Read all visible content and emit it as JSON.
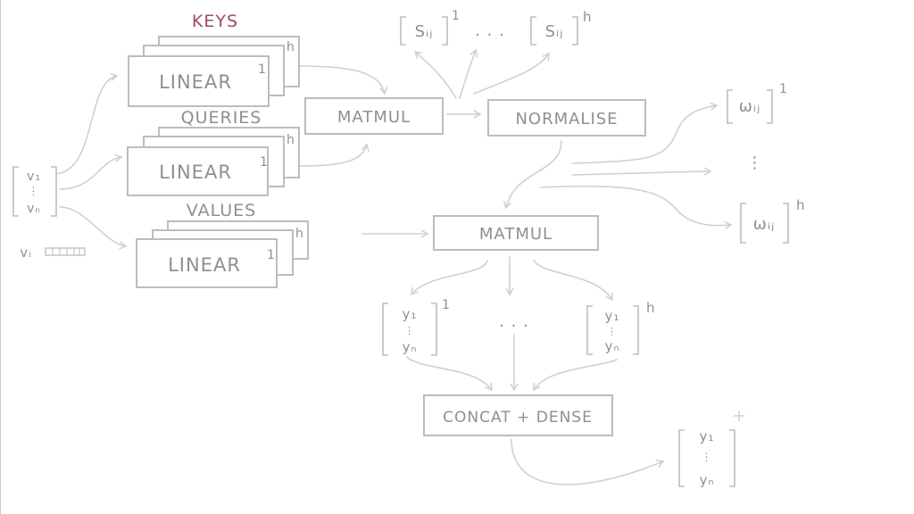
{
  "colors": {
    "ink": "#8f8f8f",
    "box": "#bdbdbd",
    "arrow": "#d0d0d0",
    "accent": "#9a4d62"
  },
  "labels": {
    "keys": "KEYS",
    "queries": "QUERIES",
    "values": "VALUES",
    "linear": "LINEAR",
    "linear_index": "1",
    "stack_top_index": "h",
    "matmul": "MATMUL",
    "normalise": "NORMALISE",
    "concat_dense": "CONCAT + DENSE"
  },
  "vectors": {
    "input_top": "v₁",
    "input_bottom": "vₙ",
    "input_single": "vᵢ",
    "score": "Sᵢⱼ",
    "weight": "ωᵢⱼ",
    "output_top": "y₁",
    "output_bottom": "yₙ",
    "head_first": "1",
    "head_last": "h",
    "ellipsis": ". . .",
    "vdots": "⋮"
  }
}
